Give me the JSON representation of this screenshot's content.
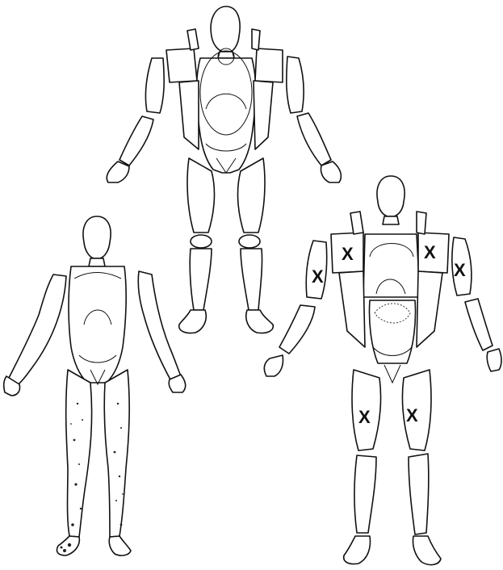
{
  "figures": [
    {
      "id": "top",
      "description_hidden": true
    },
    {
      "id": "bottom-left"
    },
    {
      "id": "bottom-right",
      "marks": [
        "X",
        "X",
        "X",
        "X",
        "X",
        "X"
      ]
    }
  ]
}
